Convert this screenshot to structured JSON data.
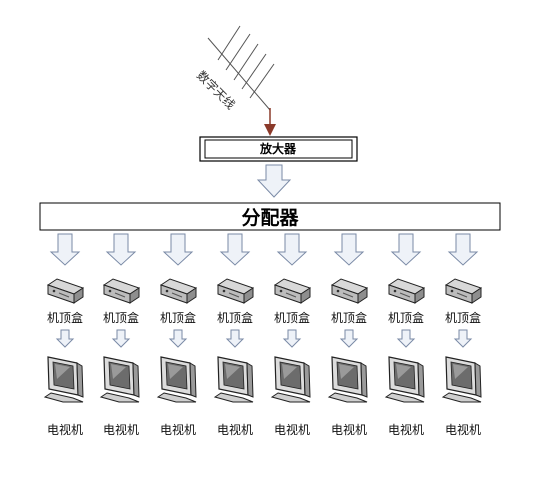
{
  "antenna": {
    "label": "数字天线"
  },
  "amplifier": {
    "label": "放大器"
  },
  "splitter": {
    "label": "分配器"
  },
  "branches": [
    {
      "stb_label": "机顶盒",
      "tv_label": "电视机"
    },
    {
      "stb_label": "机顶盒",
      "tv_label": "电视机"
    },
    {
      "stb_label": "机顶盒",
      "tv_label": "电视机"
    },
    {
      "stb_label": "机顶盒",
      "tv_label": "电视机"
    },
    {
      "stb_label": "机顶盒",
      "tv_label": "电视机"
    },
    {
      "stb_label": "机顶盒",
      "tv_label": "电视机"
    },
    {
      "stb_label": "机顶盒",
      "tv_label": "电视机"
    },
    {
      "stb_label": "机顶盒",
      "tv_label": "电视机"
    }
  ],
  "icons": {
    "antenna": "antenna-icon",
    "set_top_box": "set-top-box-icon",
    "tv": "tv-monitor-icon",
    "arrow": "hollow-down-arrow-icon"
  },
  "colors": {
    "signal_line": "#8b3a2a",
    "arrow_fill": "#eef2f8",
    "arrow_stroke": "#7a8aa6",
    "box_stroke": "#000000"
  }
}
